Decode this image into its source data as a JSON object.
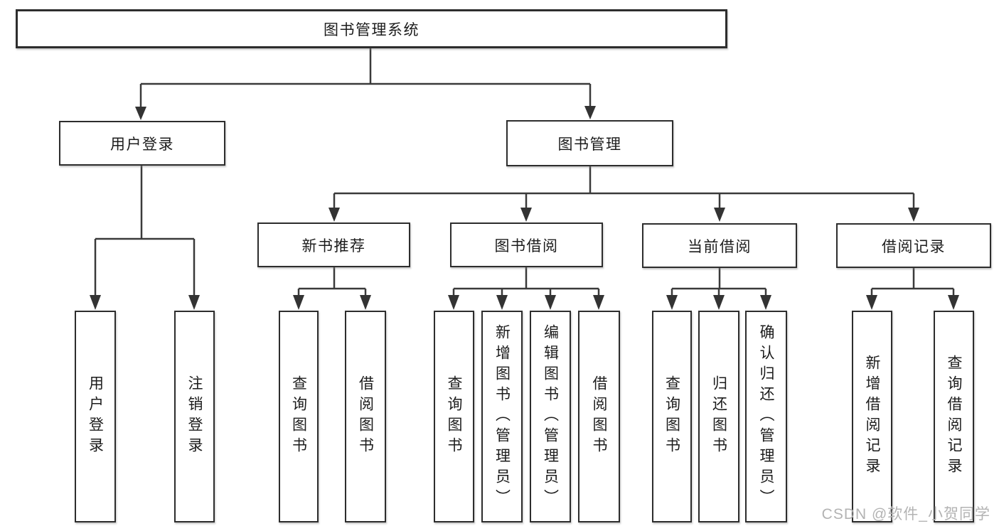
{
  "diagram": {
    "title": "图书管理系统",
    "tree": {
      "root": {
        "label": "图书管理系统",
        "children": [
          {
            "label": "用户登录",
            "children": [
              {
                "label": "用户登录"
              },
              {
                "label": "注销登录"
              }
            ]
          },
          {
            "label": "图书管理",
            "children": [
              {
                "label": "新书推荐",
                "children": [
                  {
                    "label": "查询图书"
                  },
                  {
                    "label": "借阅图书"
                  }
                ]
              },
              {
                "label": "图书借阅",
                "children": [
                  {
                    "label": "查询图书"
                  },
                  {
                    "label": "新增图书（管理员）"
                  },
                  {
                    "label": "编辑图书（管理员）"
                  },
                  {
                    "label": "借阅图书"
                  }
                ]
              },
              {
                "label": "当前借阅",
                "children": [
                  {
                    "label": "查询图书"
                  },
                  {
                    "label": "归还图书"
                  },
                  {
                    "label": "确认归还（管理员）"
                  }
                ]
              },
              {
                "label": "借阅记录",
                "children": [
                  {
                    "label": "新增借阅记录"
                  },
                  {
                    "label": "查询借阅记录"
                  }
                ]
              }
            ]
          }
        ]
      }
    },
    "colors": {
      "line": "#3a3a3a",
      "box_border": "#2d2d2d",
      "text": "#1c1c1c",
      "watermark": "#b3b3b3",
      "background": "#ffffff"
    }
  },
  "watermark": {
    "text": "CSDN @软件_小贺同学"
  }
}
